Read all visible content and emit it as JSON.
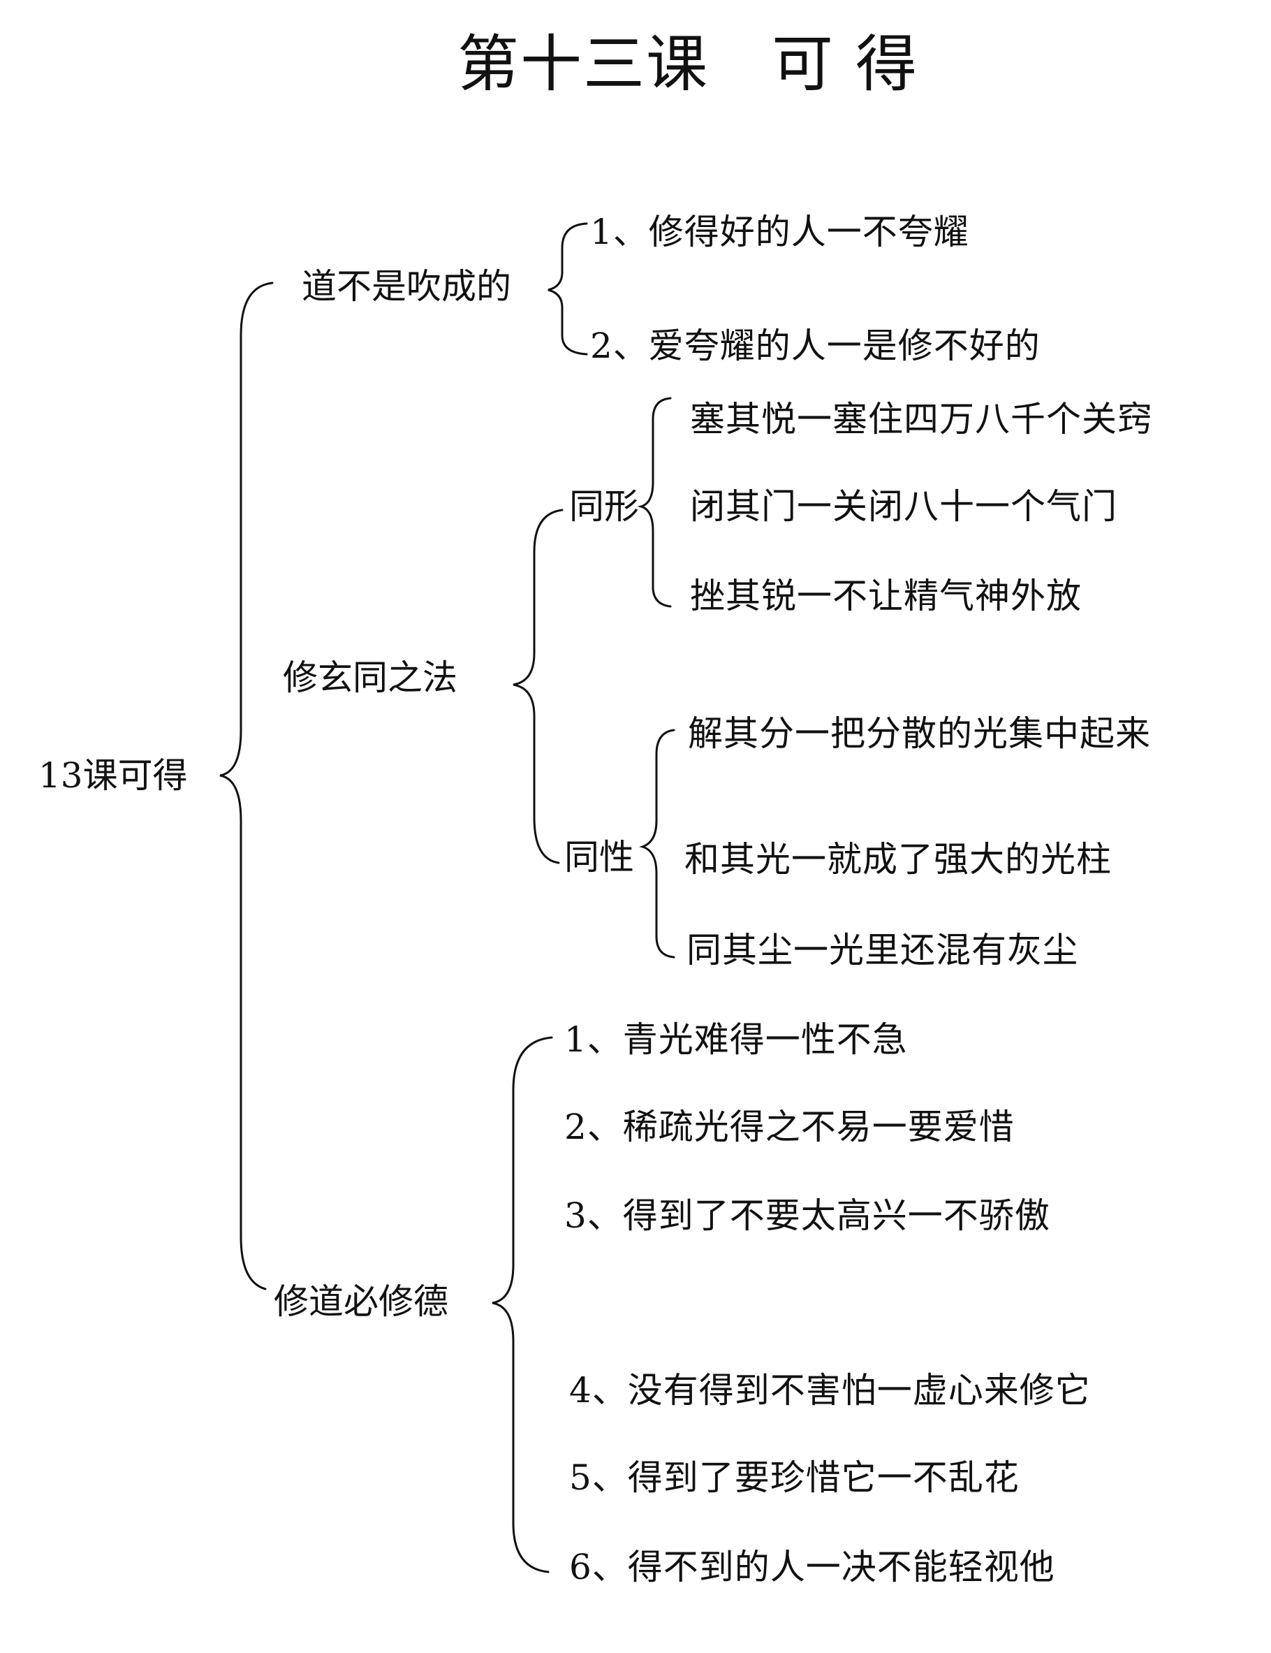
{
  "title": "第十三课　可 得",
  "root": "13课可得",
  "branches": [
    {
      "label": "道不是吹成的",
      "items": [
        "1、修得好的人一不夸耀",
        "2、爱夸耀的人一是修不好的"
      ]
    },
    {
      "label": "修玄同之法",
      "subbranches": [
        {
          "label": "同形",
          "items": [
            "塞其悦一塞住四万八千个关窍",
            "闭其门一关闭八十一个气门",
            "挫其锐一不让精气神外放"
          ]
        },
        {
          "label": "同性",
          "items": [
            "解其分一把分散的光集中起来",
            "和其光一就成了强大的光柱",
            "同其尘一光里还混有灰尘"
          ]
        }
      ]
    },
    {
      "label": "修道必修德",
      "items": [
        "1、青光难得一性不急",
        "2、稀疏光得之不易一要爱惜",
        "3、得到了不要太高兴一不骄傲",
        "4、没有得到不害怕一虚心来修它",
        "5、得到了要珍惜它一不乱花",
        "6、得不到的人一决不能轻视他"
      ]
    }
  ]
}
